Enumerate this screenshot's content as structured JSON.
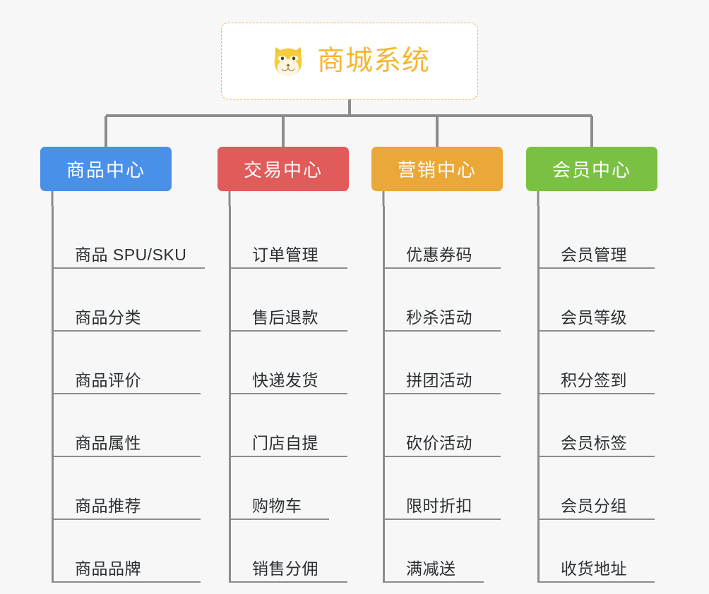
{
  "page": {
    "background_color": "#f7f7f7",
    "line_color": "#8c8c8c"
  },
  "root": {
    "title": "商城系统",
    "icon": "shiba-dog-face-icon",
    "title_color": "#f5b731",
    "border_color": "#f0b040",
    "background_color": "#ffffff"
  },
  "columns": [
    {
      "id": "product-center",
      "label": "商品中心",
      "color": "#4a90e8",
      "items": [
        "商品 SPU/SKU",
        "商品分类",
        "商品评价",
        "商品属性",
        "商品推荐",
        "商品品牌"
      ]
    },
    {
      "id": "trade-center",
      "label": "交易中心",
      "color": "#e15b5b",
      "items": [
        "订单管理",
        "售后退款",
        "快递发货",
        "门店自提",
        "购物车",
        "销售分佣"
      ]
    },
    {
      "id": "marketing-center",
      "label": "营销中心",
      "color": "#eaa838",
      "items": [
        "优惠券码",
        "秒杀活动",
        "拼团活动",
        "砍价活动",
        "限时折扣",
        "满减送"
      ]
    },
    {
      "id": "member-center",
      "label": "会员中心",
      "color": "#7ac143",
      "items": [
        "会员管理",
        "会员等级",
        "积分签到",
        "会员标签",
        "会员分组",
        "收货地址"
      ]
    }
  ]
}
